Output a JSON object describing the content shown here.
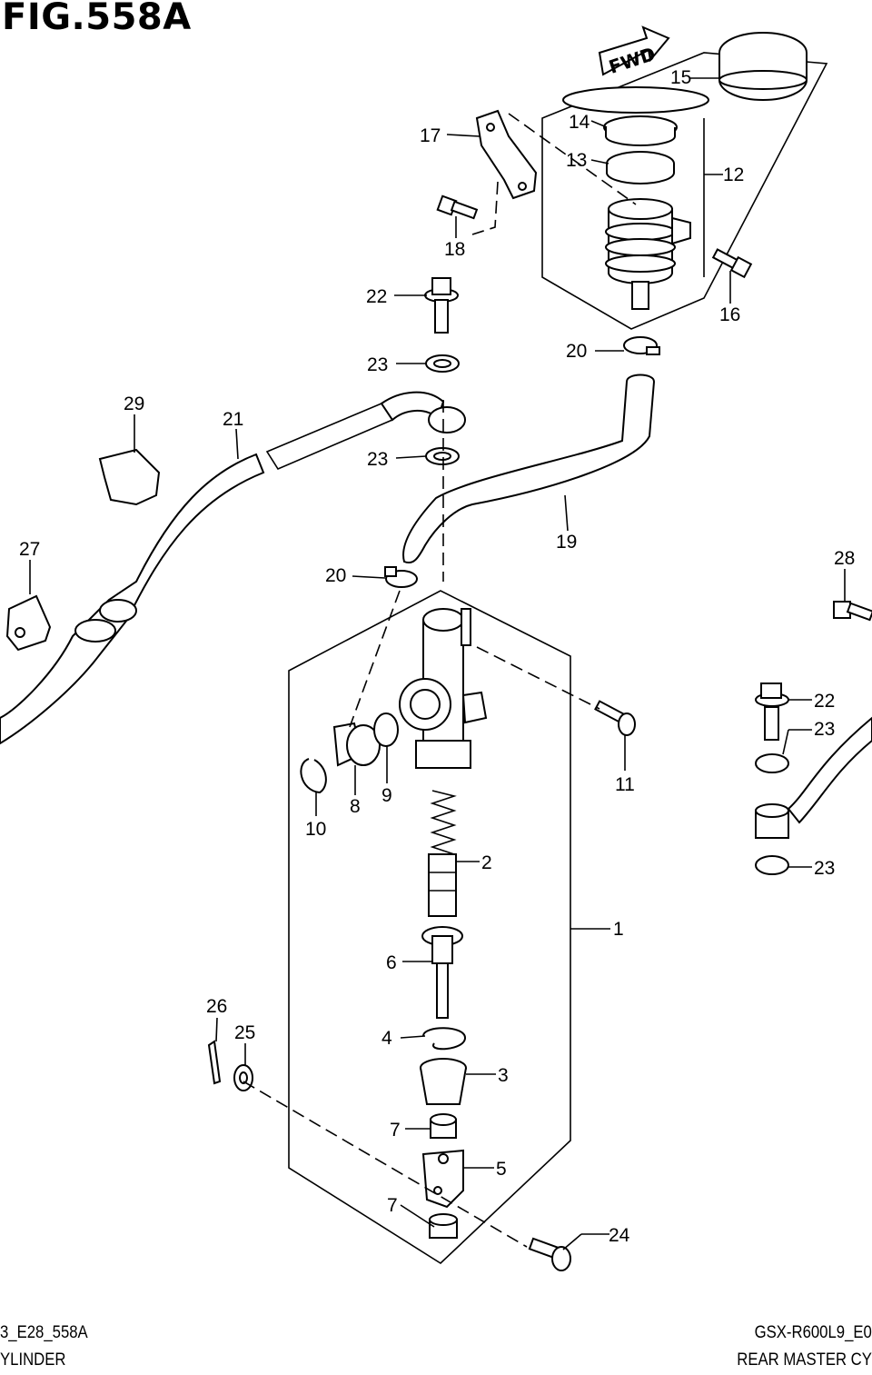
{
  "figure": {
    "title": "FIG.558A",
    "fwd_label": "FWD"
  },
  "footer": {
    "left_code": "3_E28_558A",
    "left_caption": "YLINDER",
    "right_code": "GSX-R600L9_E0",
    "right_caption": "REAR MASTER CY"
  },
  "callouts": [
    "1",
    "2",
    "3",
    "4",
    "5",
    "6",
    "7",
    "7",
    "8",
    "9",
    "10",
    "11",
    "12",
    "13",
    "14",
    "15",
    "16",
    "17",
    "18",
    "19",
    "20",
    "20",
    "21",
    "22",
    "22",
    "23",
    "23",
    "23",
    "23",
    "24",
    "25",
    "26",
    "27",
    "28",
    "29"
  ],
  "colors": {
    "ink": "#000000",
    "paper": "#ffffff"
  }
}
